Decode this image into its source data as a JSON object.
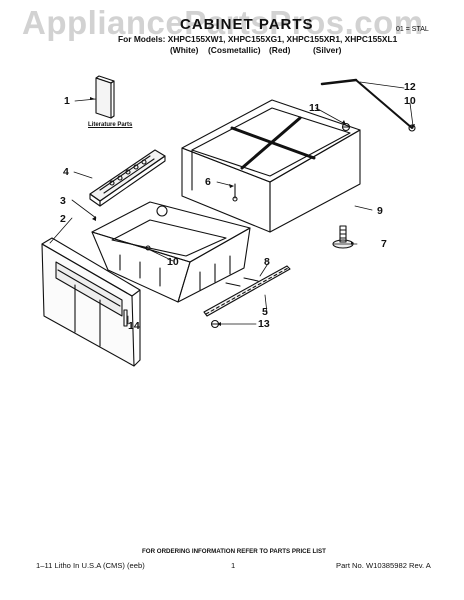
{
  "watermark": "AppliancePartsPros.com",
  "header": {
    "title": "CABINET PARTS",
    "tag": "01 = STAL",
    "models": "For Models: XHPC155XW1, XHPC155XG1, XHPC155XR1, XHPC155XL1",
    "variants": [
      "(White)",
      "(Cosmetallic)",
      "(Red)",
      "(Silver)"
    ]
  },
  "literature_label": "Literature Parts",
  "callouts": {
    "c1": "1",
    "c2": "2",
    "c3": "3",
    "c4": "4",
    "c5": "5",
    "c6": "6",
    "c7": "7",
    "c8": "8",
    "c9": "9",
    "c10a": "10",
    "c10b": "10",
    "c11": "11",
    "c12": "12",
    "c13": "13",
    "c14": "14"
  },
  "order_note": "FOR ORDERING INFORMATION REFER TO PARTS PRICE LIST",
  "footer": {
    "left": "1–11 Litho In U.S.A (CMS) (eeb)",
    "page": "1",
    "right": "Part No. W10385982 Rev. A"
  }
}
